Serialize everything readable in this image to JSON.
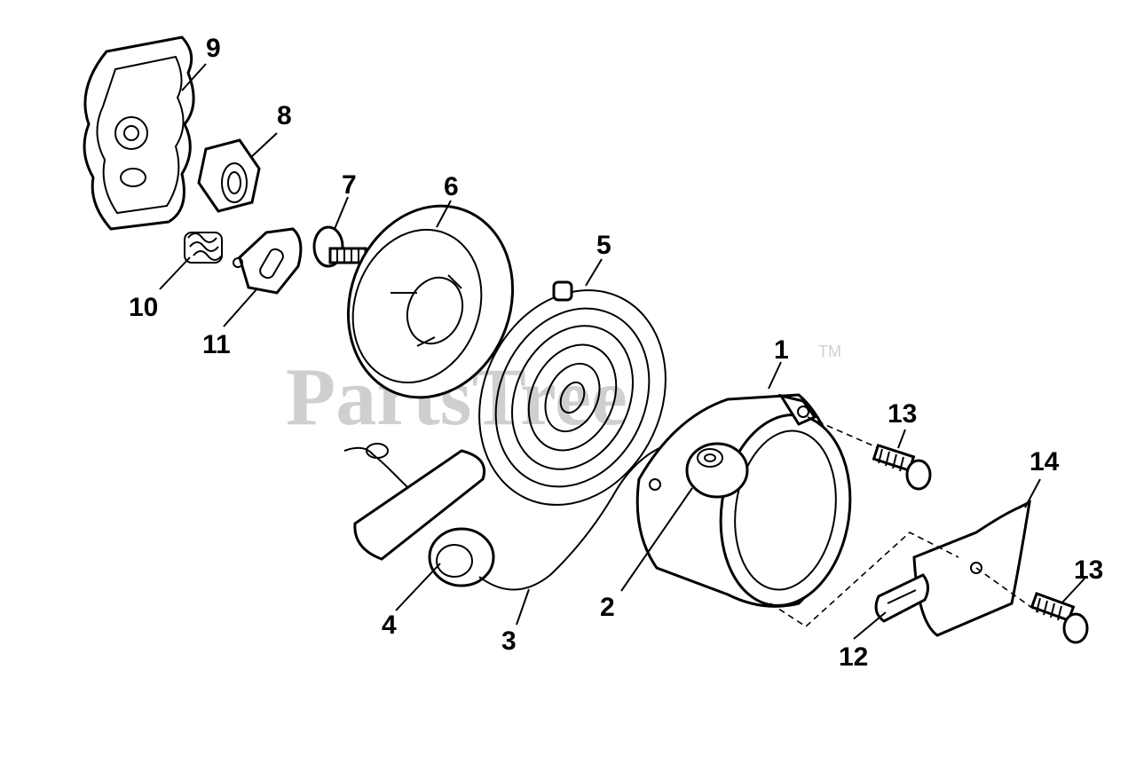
{
  "watermark": {
    "text": "PartsTree",
    "tm": "TM"
  },
  "callouts": [
    {
      "id": "callout-1",
      "label": "1"
    },
    {
      "id": "callout-2",
      "label": "2"
    },
    {
      "id": "callout-3",
      "label": "3"
    },
    {
      "id": "callout-4",
      "label": "4"
    },
    {
      "id": "callout-5",
      "label": "5"
    },
    {
      "id": "callout-6",
      "label": "6"
    },
    {
      "id": "callout-7",
      "label": "7"
    },
    {
      "id": "callout-8",
      "label": "8"
    },
    {
      "id": "callout-9",
      "label": "9"
    },
    {
      "id": "callout-10",
      "label": "10"
    },
    {
      "id": "callout-11",
      "label": "11"
    },
    {
      "id": "callout-12",
      "label": "12"
    },
    {
      "id": "callout-13a",
      "label": "13"
    },
    {
      "id": "callout-13b",
      "label": "13"
    },
    {
      "id": "callout-14",
      "label": "14"
    }
  ]
}
